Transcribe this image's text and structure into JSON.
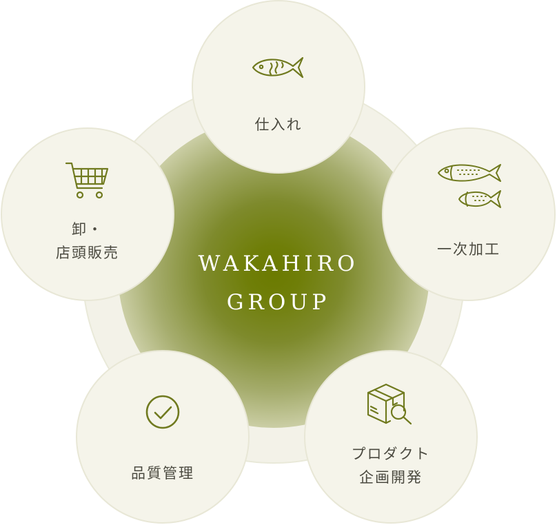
{
  "center": {
    "line1": "WAKAHIRO",
    "line2": "GROUP"
  },
  "nodes": {
    "shiire": {
      "label": "仕入れ",
      "icon": "fish-icon"
    },
    "ichiji": {
      "label": "一次加工",
      "icon": "two-fish-icon"
    },
    "oroshi": {
      "label_line1": "卸・",
      "label_line2": "店頭販売",
      "icon": "shopping-cart-icon"
    },
    "hinshitsu": {
      "label": "品質管理",
      "icon": "check-circle-icon"
    },
    "product": {
      "label_line1": "プロダクト",
      "label_line2": "企画開発",
      "icon": "box-magnifier-icon"
    }
  },
  "colors": {
    "accent": "#6b7a00",
    "icon": "#707a1f",
    "circle_fill": "#f5f4ea",
    "text": "#4b4a40"
  }
}
